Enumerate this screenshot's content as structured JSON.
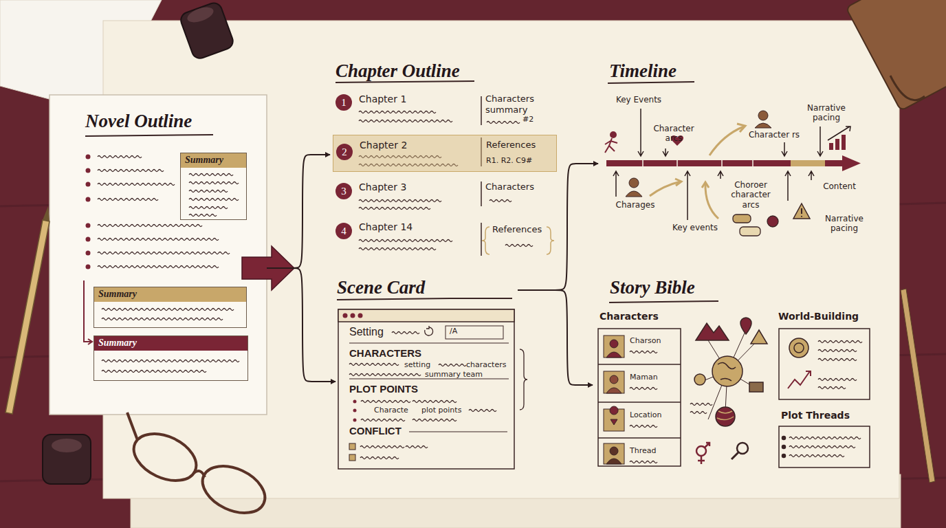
{
  "diagram": {
    "nodes": [
      {
        "text": [
          "Novel Outline"
        ]
      },
      {
        "text": [
          "Summary"
        ],
        "in": 0
      },
      {
        "text": [
          "Summary"
        ],
        "in": 0
      },
      {
        "text": [
          "Summary"
        ],
        "in": 0
      },
      {
        "text": [
          "Chapter Outline"
        ]
      },
      {
        "text": [
          "1",
          "Chapter 1",
          "Characters summary",
          "#2"
        ],
        "in": 4
      },
      {
        "text": [
          "2",
          "Chapter 2",
          "References",
          "R1. R2. C9#"
        ],
        "in": 4
      },
      {
        "text": [
          "3",
          "Chapter 3",
          "Characters"
        ],
        "in": 4
      },
      {
        "text": [
          "4",
          "Chapter 14",
          "References"
        ],
        "in": 4
      },
      {
        "text": [
          "Timeline"
        ]
      },
      {
        "text": [
          "Scene Card",
          "Setting",
          "/A",
          "CHARACTERS",
          "setting",
          "characters",
          "summary team",
          "PLOT POINTS",
          "Characte",
          "plot points",
          "CONFLICT"
        ]
      },
      {
        "text": [
          "Story Bible"
        ]
      },
      {
        "text": [
          "Characters",
          "Charson",
          "Maman",
          "Location",
          "Thread"
        ],
        "in": 11
      },
      {
        "text": [
          "World-Building"
        ],
        "in": 11
      },
      {
        "text": [
          "Plot Threads"
        ],
        "in": 11
      }
    ],
    "edges": [
      {
        "from": 0,
        "to": 4,
        "arrow": "to"
      },
      {
        "from": 0,
        "to": 10,
        "arrow": "to"
      },
      {
        "from": 10,
        "to": 9,
        "arrow": "to"
      },
      {
        "from": 10,
        "to": 11,
        "arrow": "to"
      }
    ],
    "labels": [
      "Key Events",
      "Character arcs",
      "Character rs",
      "Narrative pacing",
      "Charages",
      "Choroer character arcs",
      "Content",
      "Key events",
      "Narrative pacing"
    ]
  }
}
